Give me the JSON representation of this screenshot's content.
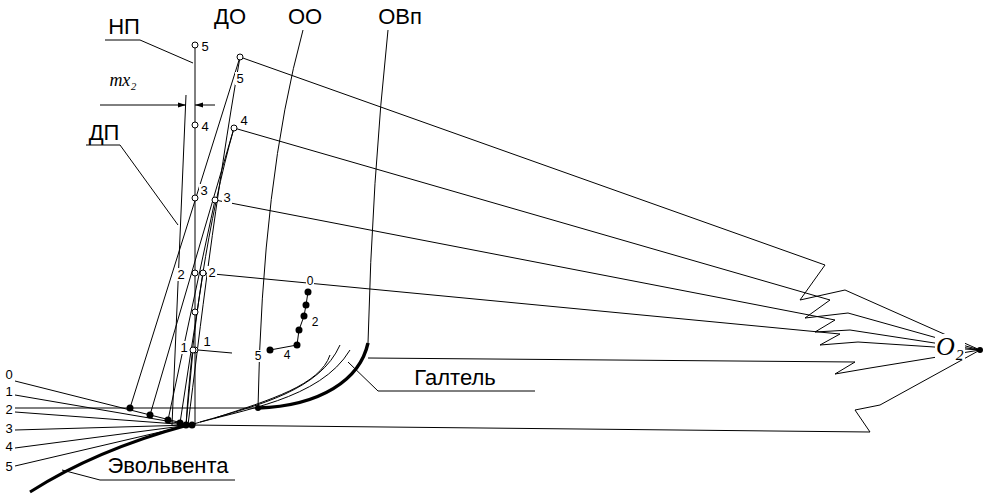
{
  "diagram": {
    "labels": [
      "НП",
      "ДО",
      "ОО",
      "ОВп",
      "mx₂",
      "ДП",
      "5",
      "4",
      "3",
      "2",
      "1",
      "5",
      "4",
      "3",
      "2",
      "1",
      "0",
      "1",
      "2",
      "3",
      "4",
      "5",
      "0",
      "2",
      "4",
      "5",
      "Галтель",
      "Эвольвента",
      "O₂"
    ]
  }
}
